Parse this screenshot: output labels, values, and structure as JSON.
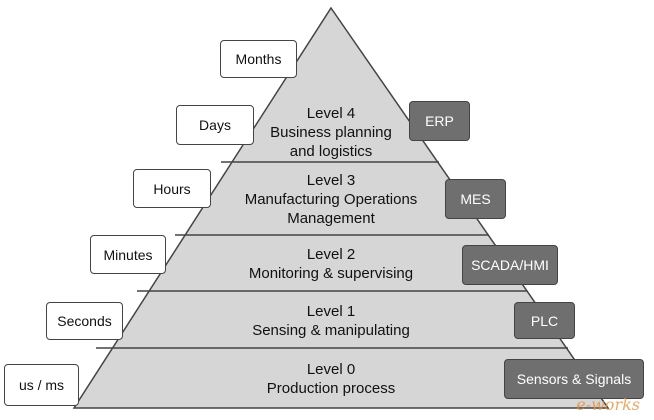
{
  "time_scales": [
    "Months",
    "Days",
    "Hours",
    "Minutes",
    "Seconds",
    "us / ms"
  ],
  "levels": {
    "l4": {
      "title": "Level 4",
      "line1": "Business planning",
      "line2": "and logistics",
      "system": "ERP"
    },
    "l3": {
      "title": "Level 3",
      "line1": "Manufacturing Operations",
      "line2": "Management",
      "system": "MES"
    },
    "l2": {
      "title": "Level 2",
      "line1": "Monitoring & supervising",
      "system": "SCADA/HMI"
    },
    "l1": {
      "title": "Level 1",
      "line1": "Sensing & manipulating",
      "system": "PLC"
    },
    "l0": {
      "title": "Level 0",
      "line1": "Production process",
      "system": "Sensors & Signals"
    }
  },
  "watermark": "e-works",
  "colors": {
    "pyramid_fill": "#d6d6d6",
    "pyramid_stroke": "#444444",
    "system_box": "#6f6f6f"
  }
}
